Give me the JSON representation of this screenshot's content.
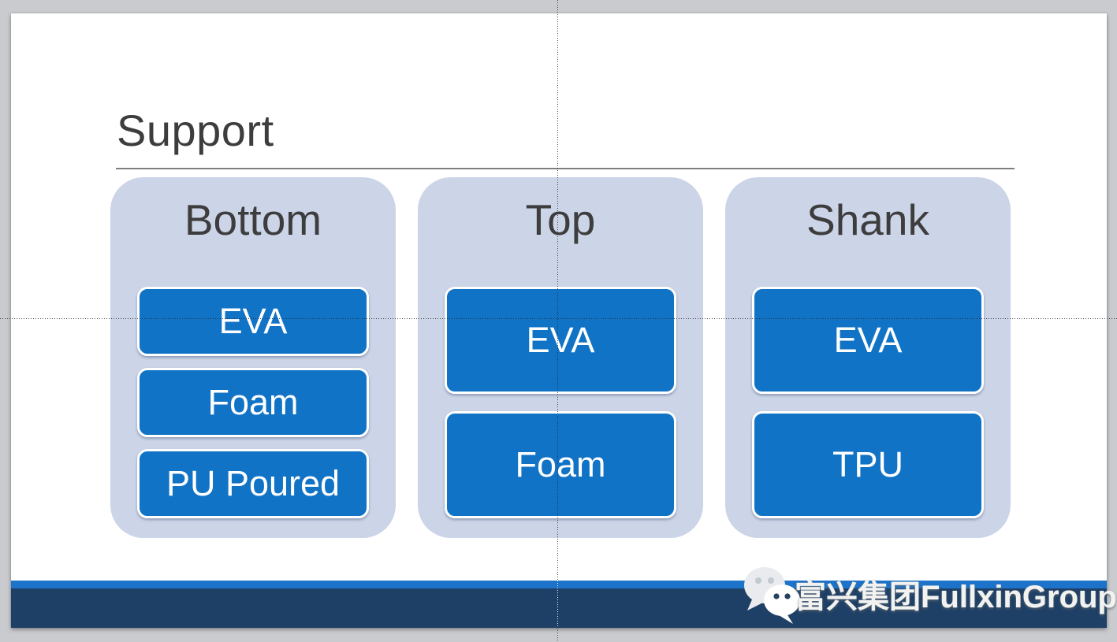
{
  "slide": {
    "title": "Support",
    "columns": [
      {
        "header": "Bottom",
        "items": [
          "EVA",
          "Foam",
          "PU Poured"
        ]
      },
      {
        "header": "Top",
        "items": [
          "EVA",
          "Foam"
        ]
      },
      {
        "header": "Shank",
        "items": [
          "EVA",
          "TPU"
        ]
      }
    ],
    "footer": {
      "brand_text": "富兴集团FullxinGroup",
      "icon": "wechat-icon"
    }
  },
  "colors": {
    "item_blue": "#1173c6",
    "card_background": "#ccd4e8",
    "footer_navy": "#1f4066",
    "footer_stripe": "#1d73c9",
    "title_text": "#3d3d3d",
    "pasteboard_gray": "#c9cbcf"
  }
}
